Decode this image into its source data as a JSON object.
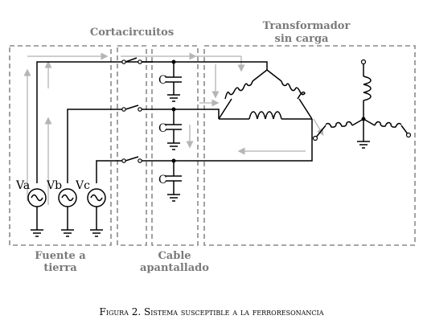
{
  "labels": {
    "breakers": "Cortacircuitos",
    "transformer_line1": "Transformador",
    "transformer_line2": "sin carga",
    "source_line1": "Fuente a",
    "source_line2": "tierra",
    "cable_line1": "Cable",
    "cable_line2": "apantallado"
  },
  "sources": [
    "Va",
    "Vb",
    "Vc"
  ],
  "capacitor_symbol": "C",
  "caption": "Figura 2. Sistema susceptible a la ferroresonancia"
}
